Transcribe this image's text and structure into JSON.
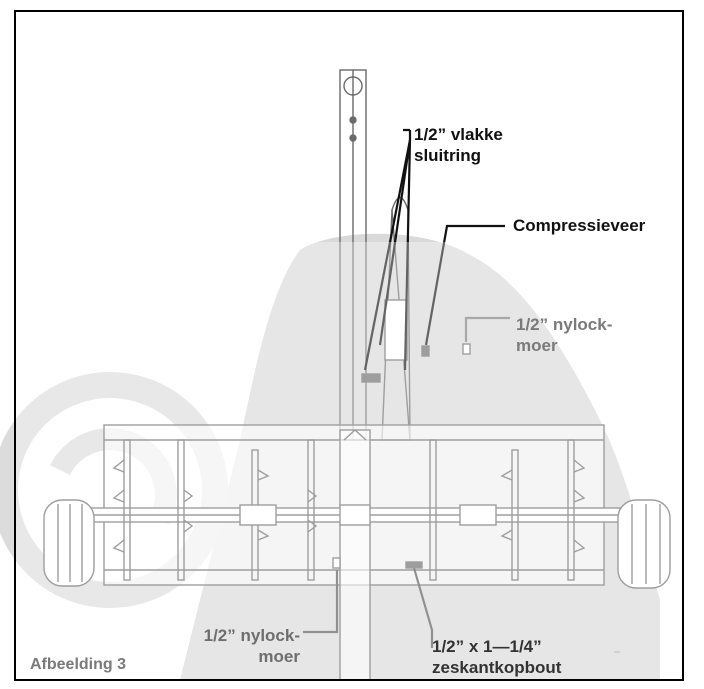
{
  "labels": {
    "washer": "1/2” vlakke\nsluitring",
    "spring": "Compressieveer",
    "nylock_right": "1/2” nylock-\nmoer",
    "nylock_left": "1/2” nylock-\nmoer",
    "bolt": "1/2” x 1—1/4”\nzeskantkopbout"
  },
  "caption": "Afbeelding 3",
  "colors": {
    "ink": "#111111",
    "faded_ink": "#7a7a7a",
    "line_art": "#6a6a6a",
    "watermark": "#d6d6d6"
  }
}
